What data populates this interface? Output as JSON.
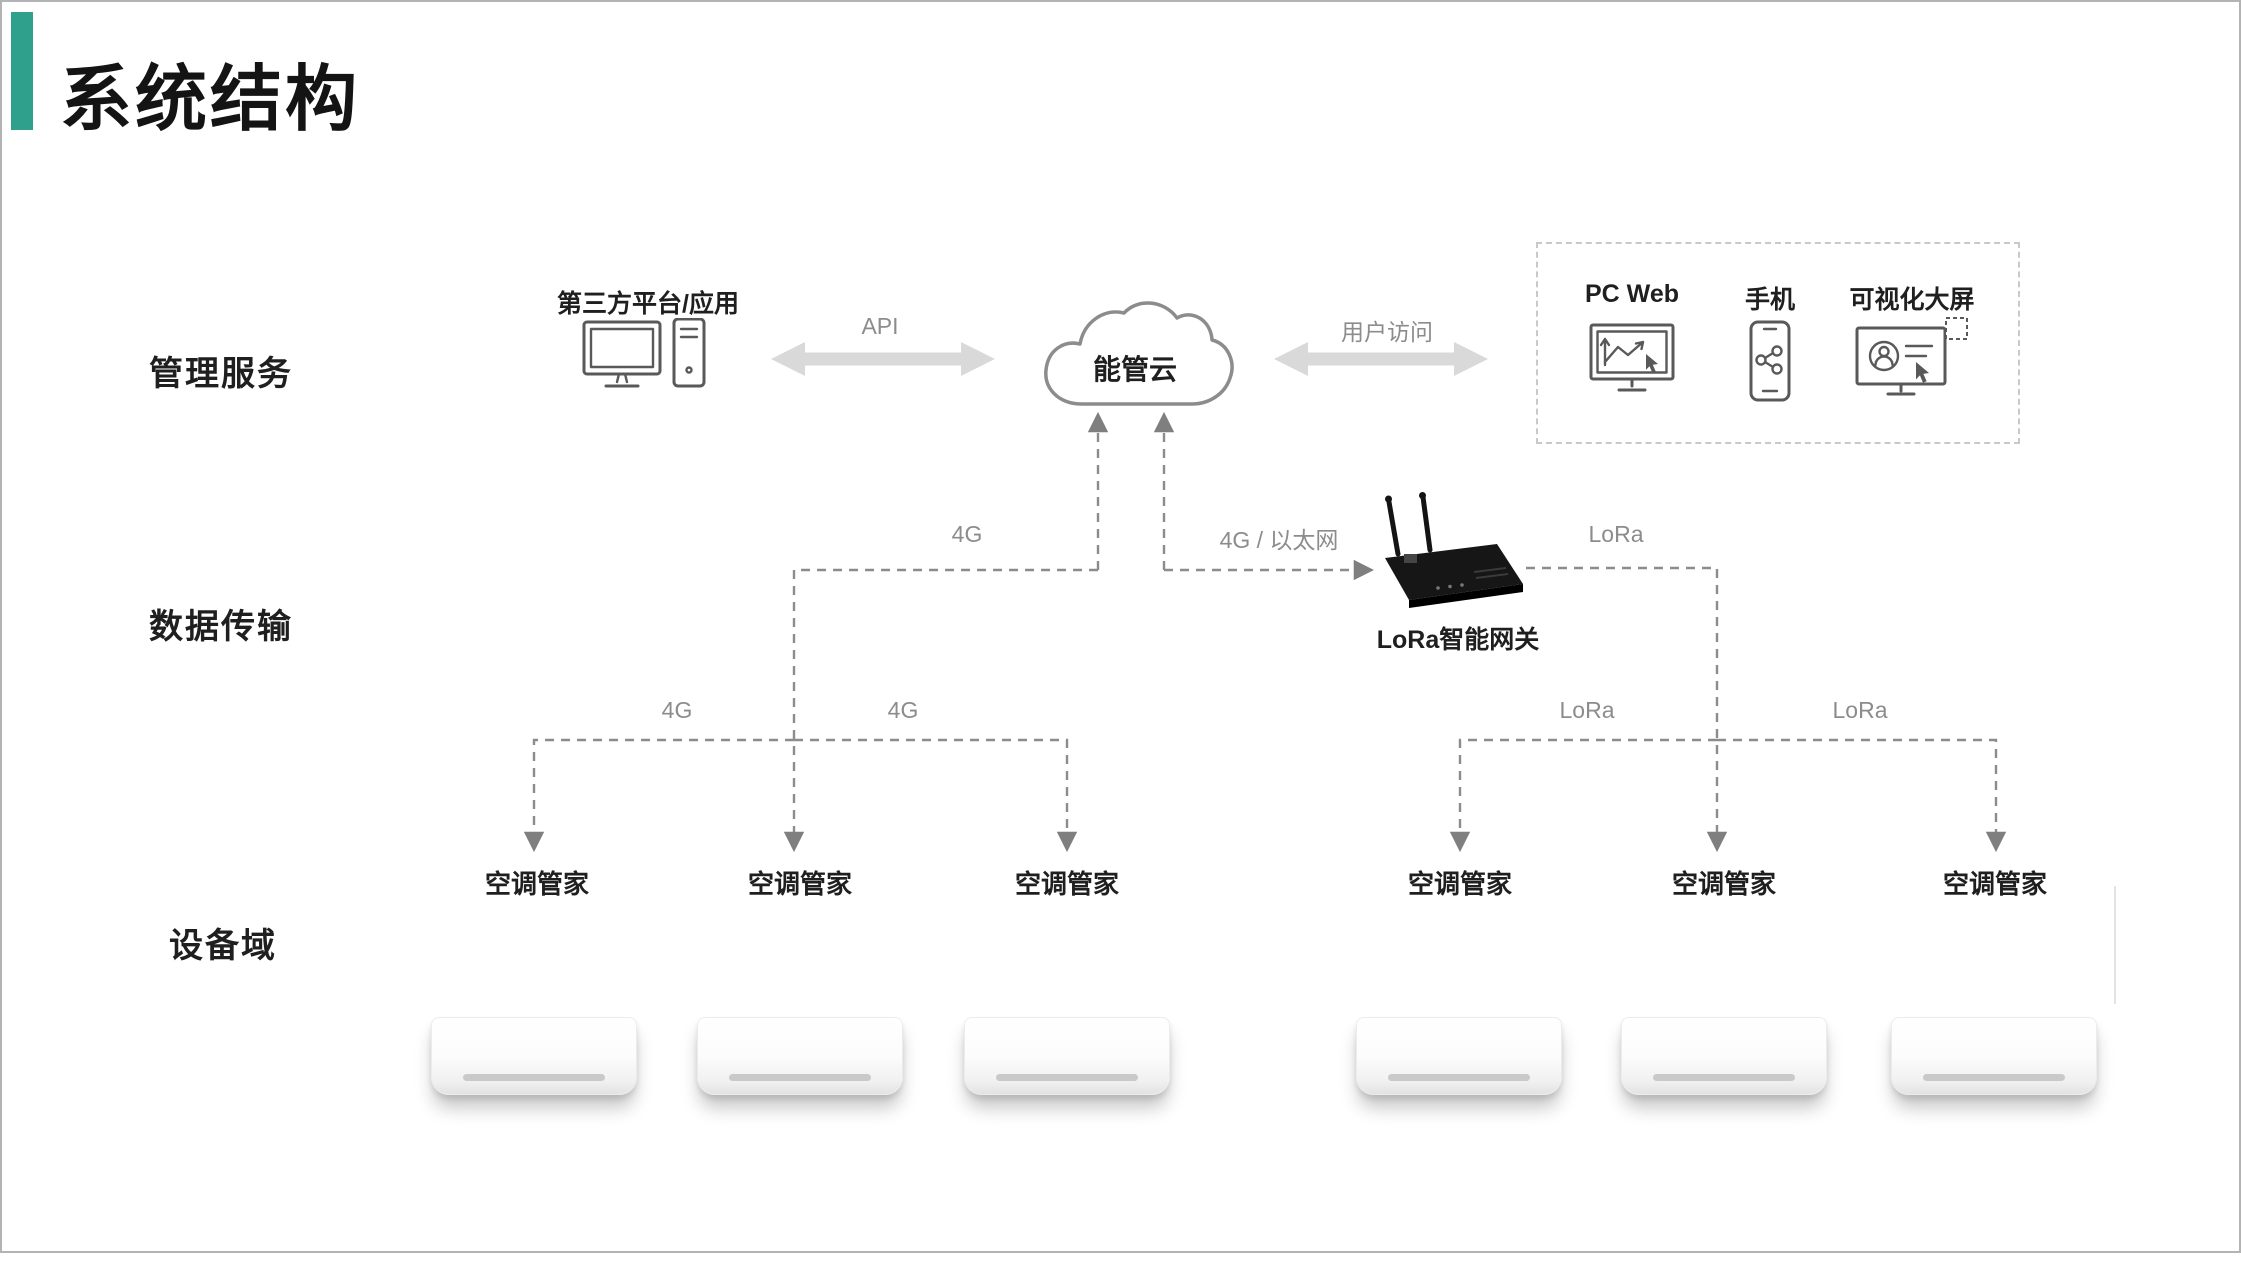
{
  "title": "系统结构",
  "rows": {
    "management": "管理服务",
    "transmission": "数据传输",
    "devices": "设备域"
  },
  "nodes": {
    "third_party": "第三方平台/应用",
    "cloud": "能管云",
    "gateway": "LoRa智能网关"
  },
  "links": {
    "api": "API",
    "user_access": "用户访问",
    "uplink_left": "4G",
    "uplink_right": "4G / 以太网",
    "gateway_lora": "LoRa",
    "branch_left_1": "4G",
    "branch_left_2": "4G",
    "branch_right_1": "LoRa",
    "branch_right_2": "LoRa"
  },
  "clients": {
    "pc_web": "PC Web",
    "mobile": "手机",
    "big_screen": "可视化大屏"
  },
  "controllers": [
    "空调管家",
    "空调管家",
    "空调管家",
    "空调管家",
    "空调管家",
    "空调管家"
  ],
  "colors": {
    "accent": "#2EA08C",
    "line_gray": "#8C8C8C",
    "arrow_fill": "#D9D9D9",
    "text_dark": "#262626",
    "label_gray": "#8C8C8C"
  }
}
